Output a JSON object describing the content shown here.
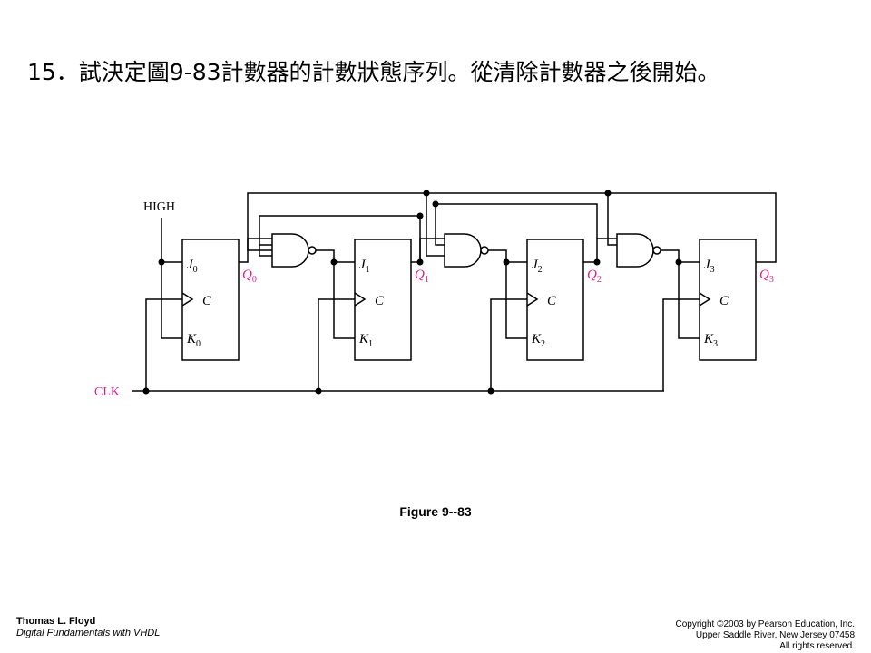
{
  "slide": {
    "title": "15．試決定圖9-83計數器的計數狀態序列。從清除計數器之後開始。",
    "figure_caption": "Figure 9--83"
  },
  "circuit": {
    "high_label": "HIGH",
    "clk_label": "CLK",
    "accent_color": "#e0218a",
    "flip_flops": [
      {
        "j": "J",
        "k": "K",
        "c": "C",
        "q": "Q",
        "index": "0"
      },
      {
        "j": "J",
        "k": "K",
        "c": "C",
        "q": "Q",
        "index": "1"
      },
      {
        "j": "J",
        "k": "K",
        "c": "C",
        "q": "Q",
        "index": "2"
      },
      {
        "j": "J",
        "k": "K",
        "c": "C",
        "q": "Q",
        "index": "3"
      }
    ],
    "gates": [
      "nand-icon",
      "nand-icon",
      "nand-icon"
    ]
  },
  "footer": {
    "author": "Thomas L. Floyd",
    "book": "Digital Fundamentals with VHDL",
    "copyright": "Copyright ©2003 by Pearson Education, Inc.",
    "address": "Upper Saddle River, New Jersey 07458",
    "rights": "All rights reserved."
  }
}
